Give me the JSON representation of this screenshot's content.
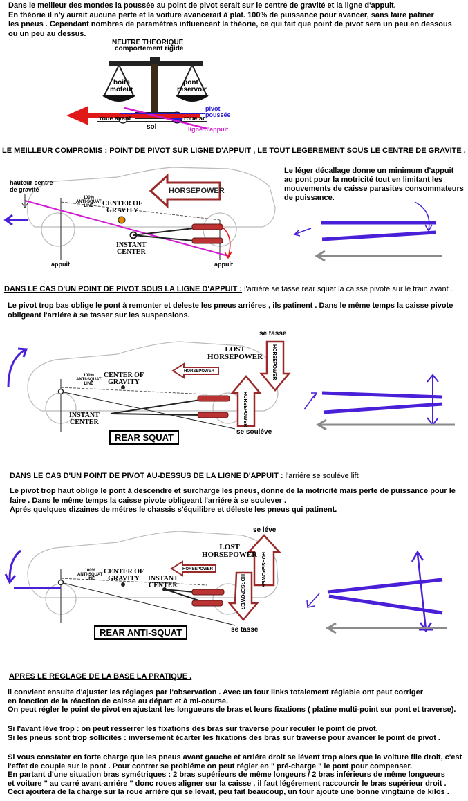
{
  "intro": {
    "lines": [
      "Dans le meilleur des mondes la poussée au point de pivot serait sur le centre de gravité et la ligne d'appuit.",
      "En théorie il n'y aurait aucune perte et la voiture avancerait à plat. 100% de puissance pour avancer, sans faire patiner",
      "les pneus . Cependant nombres de paramétres influencent la théorie, ce qui fait que point de pivot sera un peu en dessous",
      "ou un peu au dessus."
    ]
  },
  "balance_diagram": {
    "title": "NEUTRE THEORIQUE",
    "subtitle": "comportement rigide",
    "left_pan": "boite moteur",
    "right_pan": "pont reservoir",
    "roue_av": "roue avant",
    "roue_ar": "roue ar",
    "sol": "sol",
    "pivot": "pivot",
    "poussee": "poussée",
    "ligne_appuit": "ligne d'appuit"
  },
  "section1": {
    "heading": "LE MEILLEUR COMPROMIS : POINT DE PIVOT SUR LIGNE D'APPUIT , LE TOUT LEGEREMENT SOUS LE CENTRE DE GRAVITE .",
    "note_lines": [
      "Le léger décallage donne un minimum d'appuit",
      "au pont pour la motricité tout en limitant les",
      "mouvements de caisse parasites consommateurs",
      "de puissance."
    ],
    "hauteur_lines": [
      "hauteur centre",
      "de gravité"
    ],
    "antisquat_lines": [
      "100%",
      "ANTI-SQUAT",
      "LINE"
    ],
    "cog_lines": [
      "CENTER OF",
      "GRAVITY"
    ],
    "horsepower": "HORSEPOWER",
    "instant_lines": [
      "INSTANT",
      "CENTER"
    ],
    "appuit_left": "appuit",
    "appuit_right": "appuit"
  },
  "section2": {
    "heading": "DANS LE CAS D'UN POINT DE PIVOT SOUS LA LIGNE D'APPUIT :",
    "heading_tail": " l'arriére se tasse rear squat la caisse pivote sur le train avant .",
    "body_lines": [
      "Le pivot trop bas oblige le pont à remonter et deleste les pneus arriéres , ils patinent . Dans le même temps la caisse pivote",
      "obligeant l'arriére à se tasser sur les suspensions."
    ],
    "se_tasse": "se tasse",
    "lost_lines": [
      "LOST",
      "HORSEPOWER"
    ],
    "horsepower_small": "HORSEPOWER",
    "antisquat_lines": [
      "100%",
      "ANTI-SQUAT",
      "LINE"
    ],
    "cog_lines": [
      "CENTER OF",
      "GRAVITY"
    ],
    "instant_lines": [
      "INSTANT",
      "CENTER"
    ],
    "box": "REAR SQUAT",
    "se_souleve": "se souléve"
  },
  "section3": {
    "heading": "DANS LE CAS D'UN POINT DE PIVOT AU-DESSUS DE LA LIGNE D'APPUIT :",
    "heading_tail": "  l'arriére se souléve lift",
    "body_lines": [
      "Le pivot trop haut oblige le pont à descendre et surcharge les pneus, donne de la motricité mais perte de puissance pour le",
      "faire . Dans le même temps la caisse pivote obligeant l'arriére à se soulever .",
      "Aprés quelques dizaines de métres le chassis s'équilibre et déleste les pneus qui patinent."
    ],
    "se_leve": "se léve",
    "lost_lines": [
      "LOST",
      "HORSEPOWER"
    ],
    "horsepower_small": "HORSEPOWER",
    "antisquat_lines": [
      "100%",
      "ANTI-SQUAT",
      "LINE"
    ],
    "cog_lines": [
      "CENTER OF",
      "GRAVITY"
    ],
    "instant_lines": [
      "INSTANT",
      "CENTER"
    ],
    "box": "REAR ANTI-SQUAT",
    "se_tasse": "se tasse"
  },
  "section4": {
    "heading": "APRES LE REGLAGE DE LA BASE LA PRATIQUE .",
    "p1": [
      "il convient ensuite d'ajuster les réglages par l'observation . Avec un four links totalement réglable ont peut corriger",
      "en fonction de la réaction de caisse au départ et à mi-course.",
      "On peut régler le point de pivot en ajustant les longueurs de bras et leurs fixations ( platine multi-point sur pont et traverse)."
    ],
    "p2": [
      "Si l'avant léve trop : on peut resserrer les fixations des bras sur traverse pour reculer le point de pivot.",
      "Si les pneus sont trop sollicités : inversement écarter les fixations des bras sur traverse pour  avancer le point de pivot ."
    ],
    "p3": [
      " Si vous constater  en forte charge que les pneus avant gauche et arriére droit se lévent trop alors que la voiture file droit, c'est",
      "l'effet de couple sur le pont . Pour contrer se probléme on peut régler en \" pré-charge \" le pont pour compenser.",
      "En partant d'une situation bras symétriques : 2 bras supérieurs de même longeurs / 2 bras inférieurs de même longueurs",
      "et voiture \" au carré avant-arriére \" donc roues aligner sur la caisse , il faut légérement raccourcir le bras supérieur droit .",
      "Ceci ajoutera de la charge sur la roue arriére qui se levait, peu fait beaucoup, un tour ajoute une bonne vingtaine de kilos ."
    ]
  },
  "colors": {
    "blue_arm": "#4a1fd8",
    "grey_arrow": "#8a8a8a",
    "red_arrow": "#e01818",
    "magenta_line": "#d21ad2",
    "dark_red": "#9a2a2a"
  }
}
